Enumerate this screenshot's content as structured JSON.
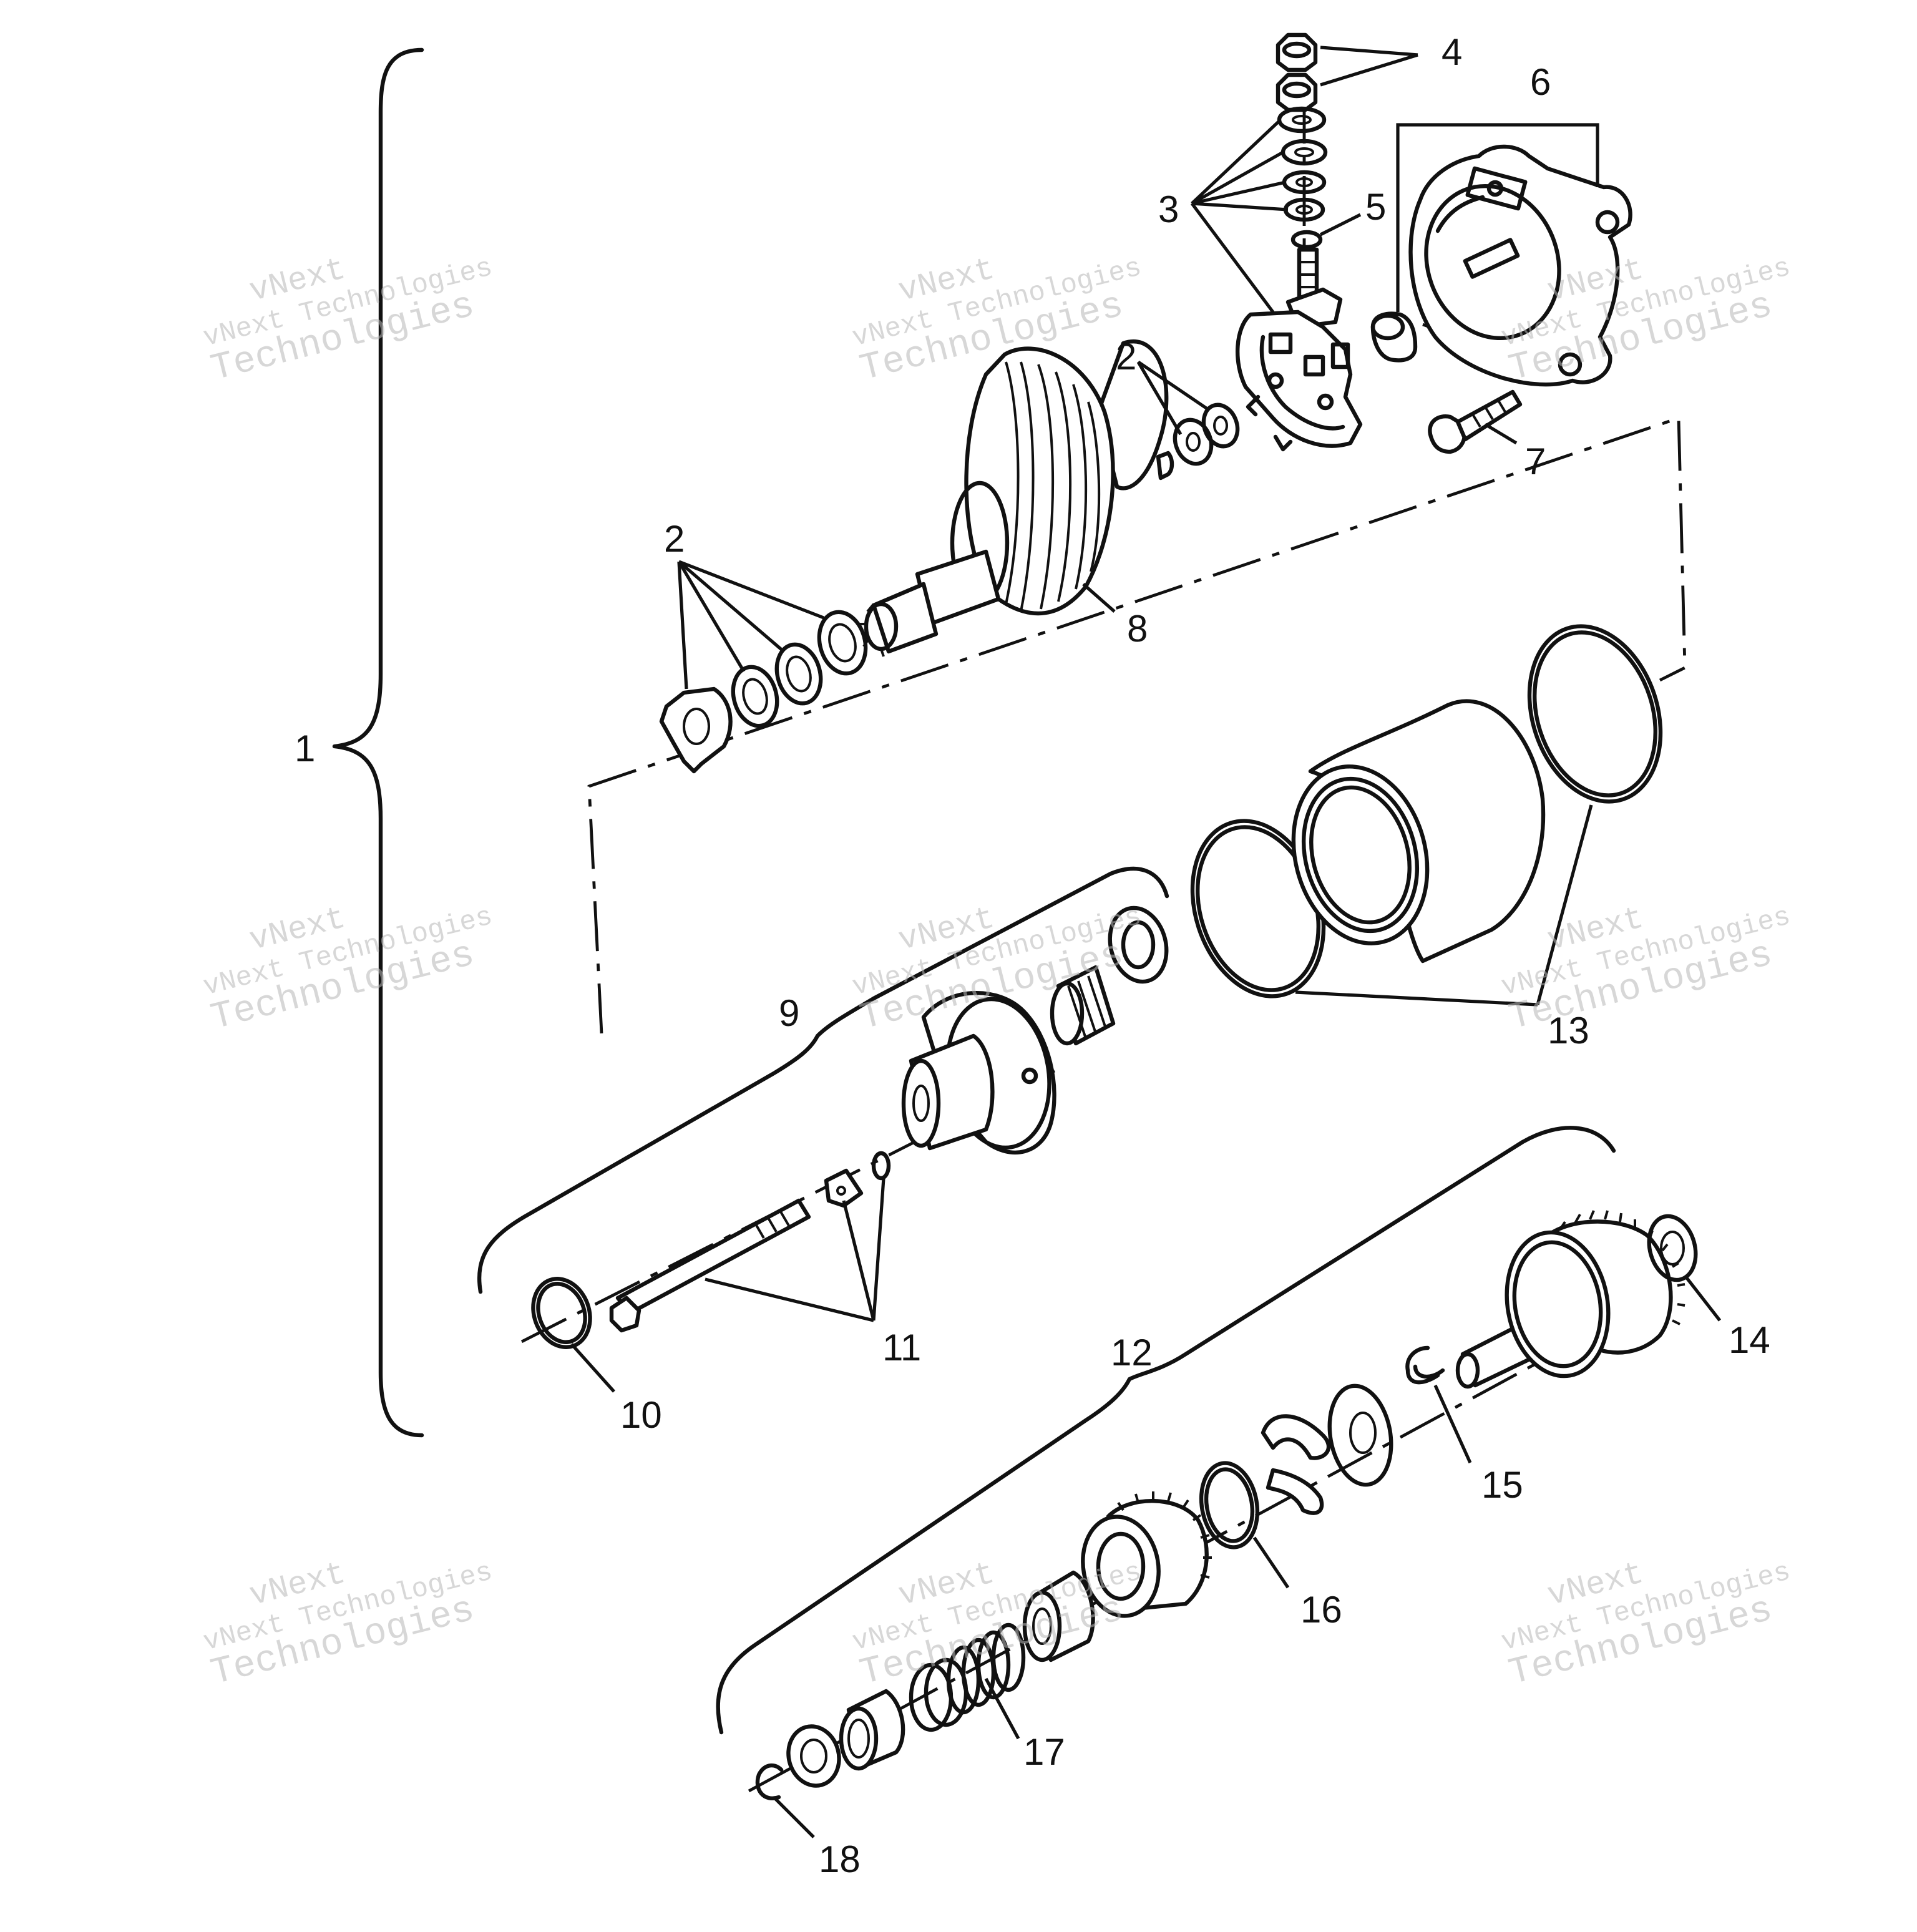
{
  "callouts": {
    "c1": "1",
    "c2": "2",
    "c3": "3",
    "c4": "4",
    "c5": "5",
    "c6": "6",
    "c7": "7",
    "c8": "8",
    "c9": "9",
    "c10": "10",
    "c11": "11",
    "c12": "12",
    "c13": "13",
    "c14": "14",
    "c15": "15",
    "c16": "16",
    "c17": "17",
    "c18": "18"
  },
  "watermark": {
    "line1": "vNext",
    "line2": "vNext Technologies",
    "line3": "Technologies"
  }
}
